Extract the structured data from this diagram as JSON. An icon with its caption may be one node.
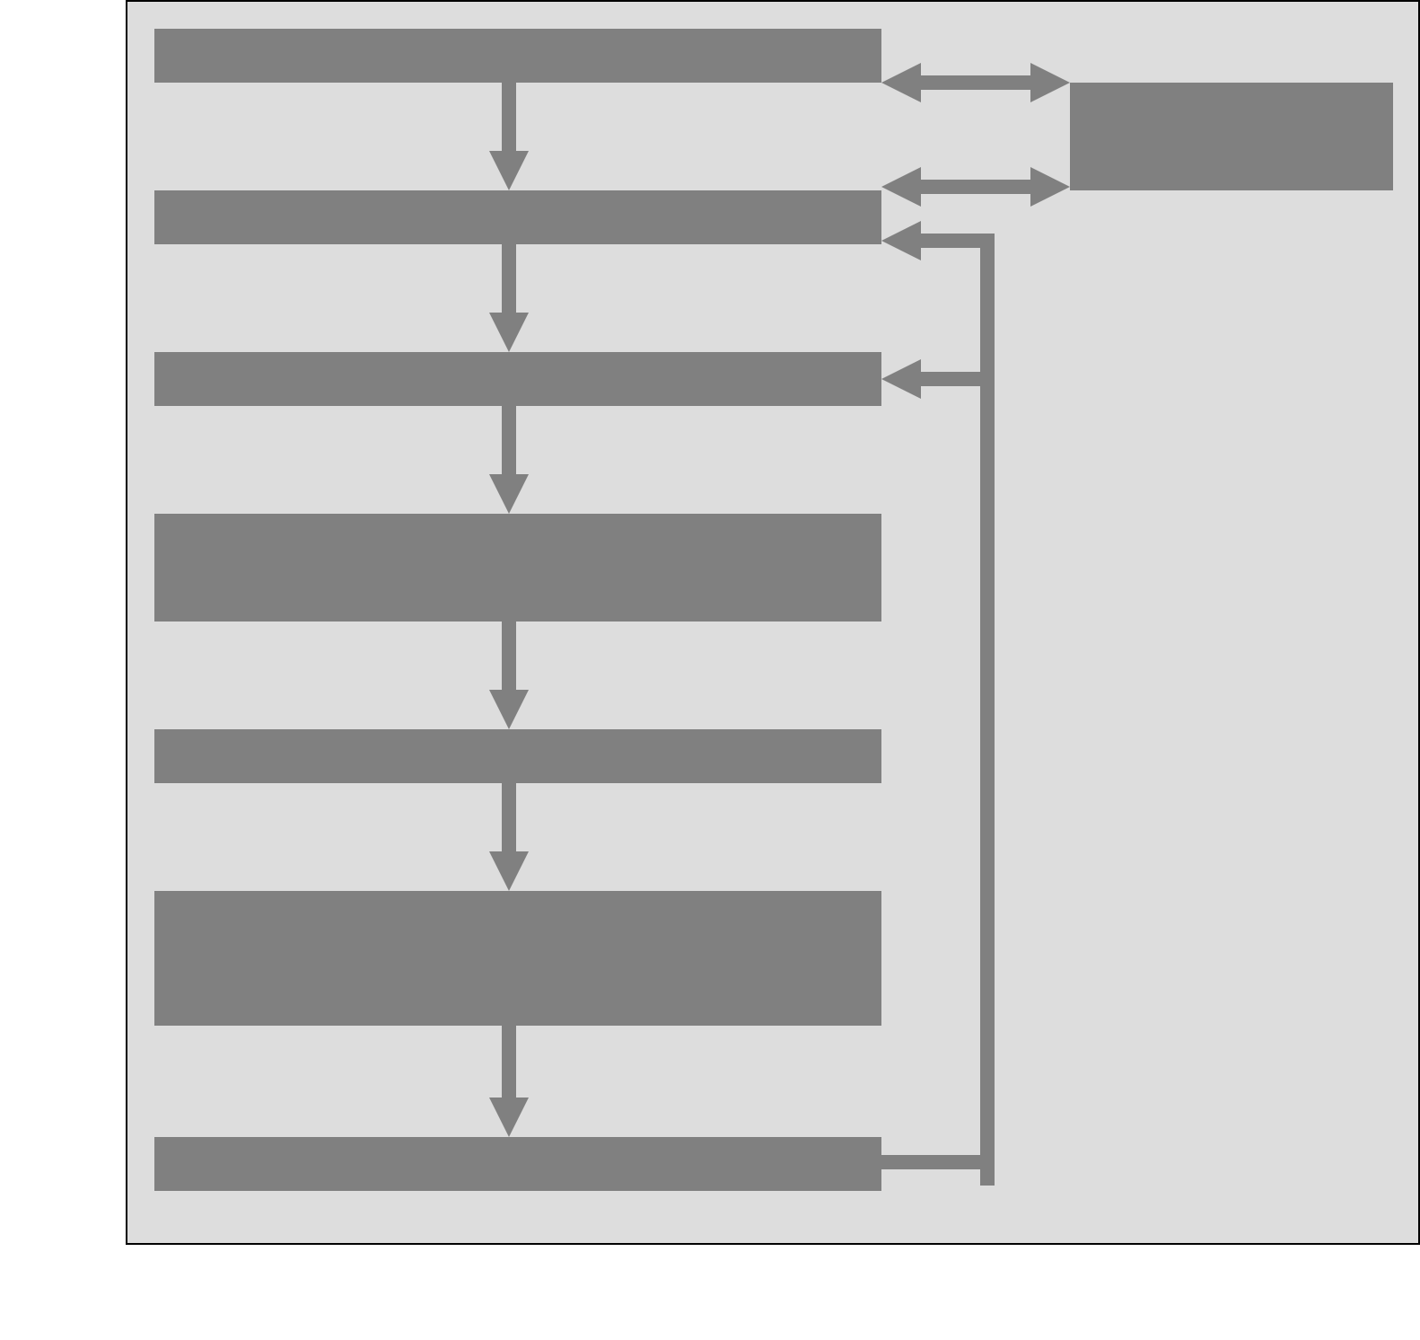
{
  "diagram": {
    "nodes": [
      {
        "text": [],
        "shape": "box"
      },
      {
        "text": [],
        "shape": "box",
        "in": 0
      },
      {
        "text": [],
        "shape": "box",
        "in": 0
      },
      {
        "text": [],
        "shape": "box",
        "in": 0
      },
      {
        "text": [],
        "shape": "box",
        "in": 0
      },
      {
        "text": [],
        "shape": "box",
        "in": 0
      },
      {
        "text": [],
        "shape": "box",
        "in": 0
      },
      {
        "text": [],
        "shape": "box",
        "in": 0
      },
      {
        "text": [],
        "shape": "box",
        "in": 0
      }
    ],
    "edges": [
      {
        "from": 1,
        "to": 3,
        "arrow": "to"
      },
      {
        "from": 3,
        "to": 4,
        "arrow": "to"
      },
      {
        "from": 4,
        "to": 5,
        "arrow": "to"
      },
      {
        "from": 5,
        "to": 6,
        "arrow": "to"
      },
      {
        "from": 6,
        "to": 7,
        "arrow": "to"
      },
      {
        "from": 7,
        "to": 8,
        "arrow": "to"
      },
      {
        "from": 1,
        "to": 2,
        "arrow": "both"
      },
      {
        "from": 3,
        "to": 2,
        "arrow": "both"
      },
      {
        "from": 8,
        "to": 3,
        "arrow": "to"
      },
      {
        "from": 8,
        "to": 4,
        "arrow": "to"
      }
    ]
  }
}
